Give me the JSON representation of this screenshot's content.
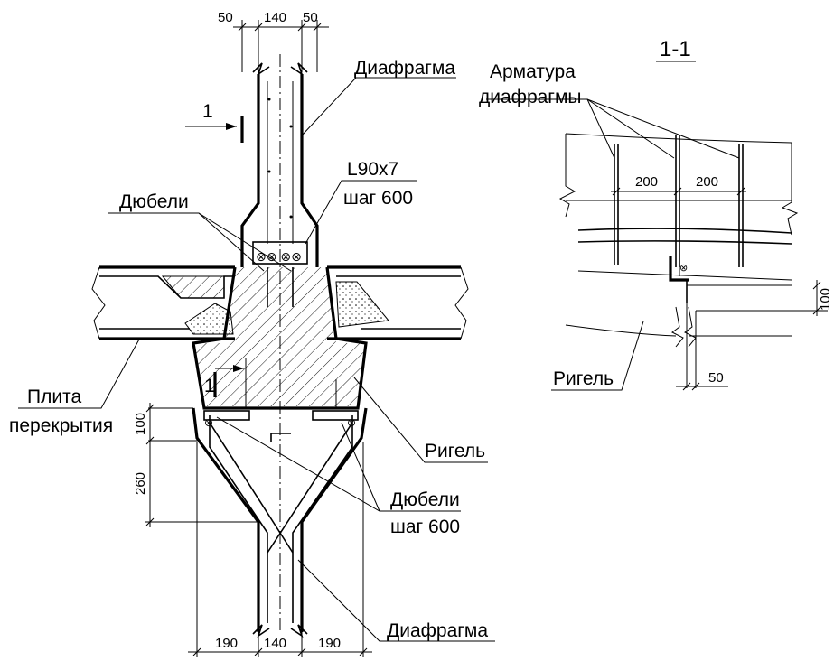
{
  "section_label": "1-1",
  "cut_mark": "1",
  "labels": {
    "diaphragm_top": "Диафрагма",
    "angle_line1": "L90x7",
    "angle_line2": "шаг 600",
    "dowels_top": "Дюбели",
    "slab_line1": "Плита",
    "slab_line2": "перекрытия",
    "girder_main": "Ригель",
    "dowels_bottom_line1": "Дюбели",
    "dowels_bottom_line2": "шаг 600",
    "diaphragm_bottom": "Диафрагма",
    "rebar_line1": "Арматура",
    "rebar_line2": "диафрагмы",
    "girder_section": "Ригель"
  },
  "dimensions": {
    "top": [
      "50",
      "140",
      "50"
    ],
    "bottom": [
      "190",
      "140",
      "190"
    ],
    "left_vertical": [
      "100",
      "260"
    ],
    "section_spacing": [
      "200",
      "200"
    ],
    "section_vertical": "100",
    "section_offset": "50"
  },
  "colors": {
    "ink": "#000000",
    "paper": "#ffffff"
  }
}
